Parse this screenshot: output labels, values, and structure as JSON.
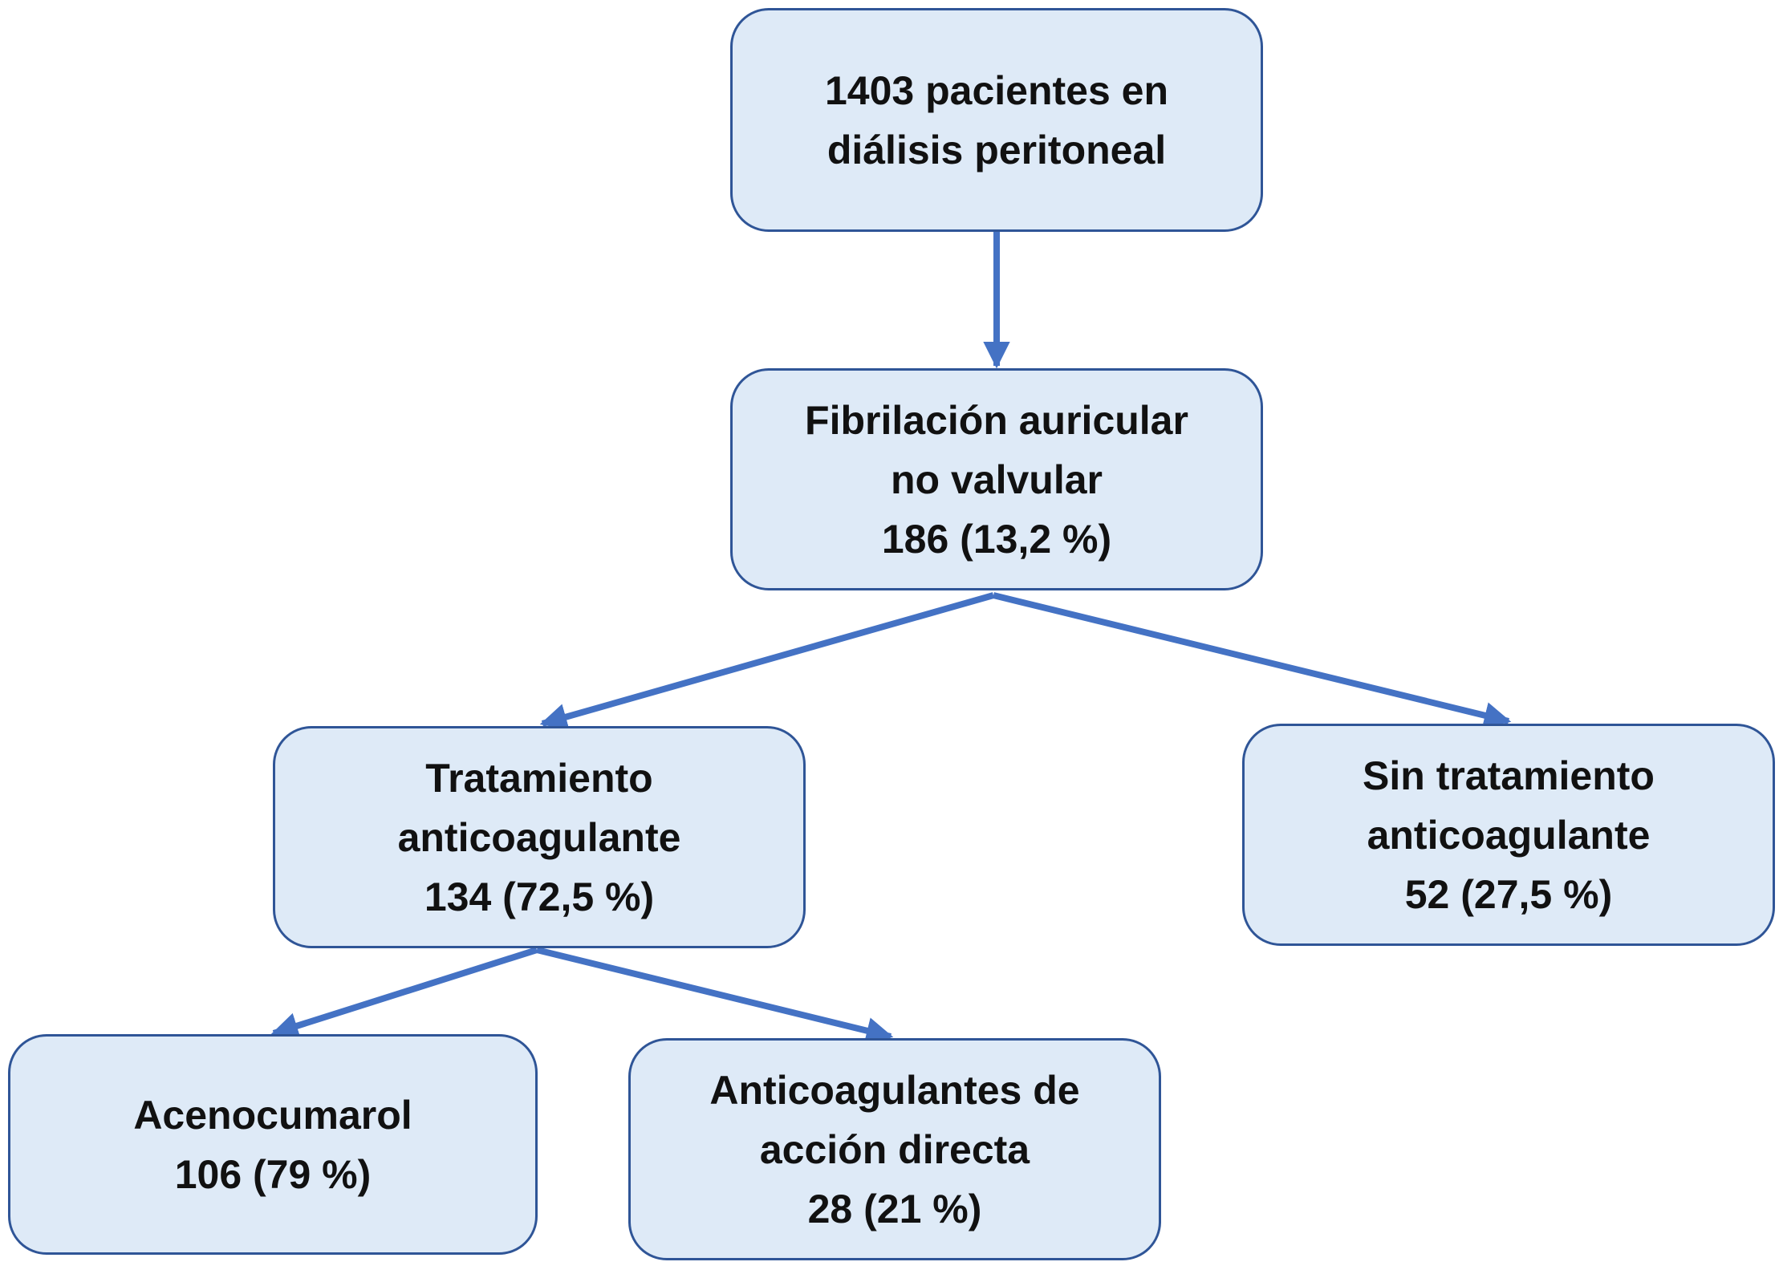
{
  "colors": {
    "box_fill": "#deeaf7",
    "box_border": "#2f5597",
    "arrow": "#4472c4"
  },
  "nodes": {
    "total": {
      "line1": "1403 pacientes en",
      "line2": "diálisis peritoneal"
    },
    "fa": {
      "line1": "Fibrilación auricular",
      "line2": "no valvular",
      "line3": "186 (13,2 %)"
    },
    "tratamiento": {
      "line1": "Tratamiento",
      "line2": "anticoagulante",
      "line3": "134 (72,5 %)"
    },
    "sin": {
      "line1": "Sin tratamiento",
      "line2": "anticoagulante",
      "line3": "52 (27,5 %)"
    },
    "aceno": {
      "line1": "Acenocumarol",
      "line2": "106 (79 %)"
    },
    "aco": {
      "line1": "Anticoagulantes de",
      "line2": "acción directa",
      "line3": "28 (21 %)"
    }
  }
}
